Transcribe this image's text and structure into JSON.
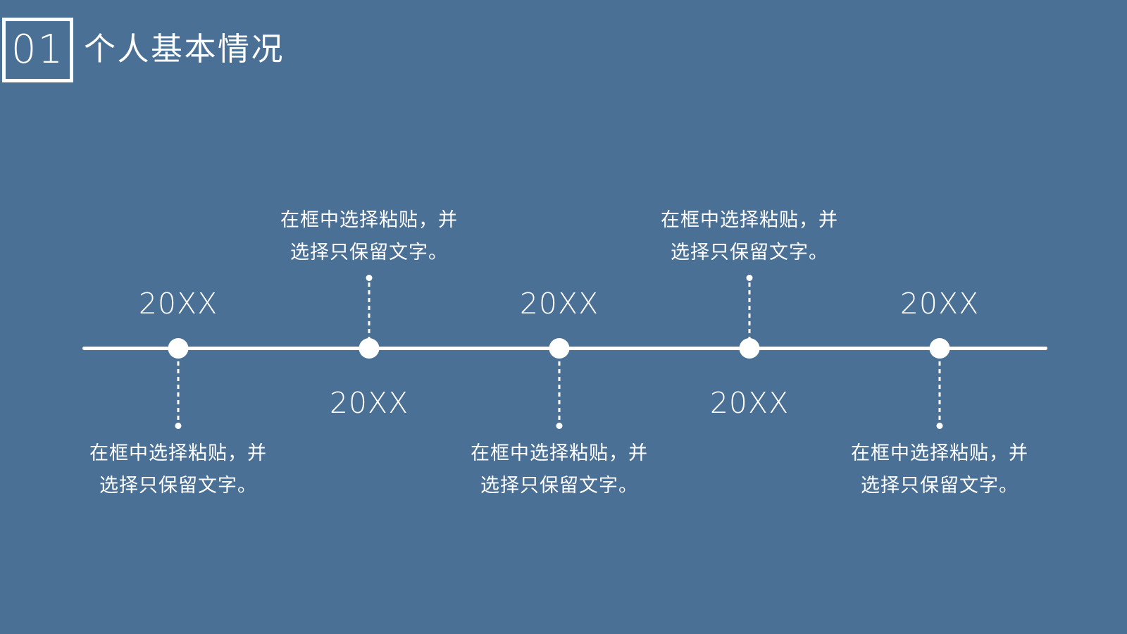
{
  "slide": {
    "background_color": "#4a7096",
    "foreground_color": "#ffffff"
  },
  "header": {
    "section_number": "01",
    "title": "个人基本情况"
  },
  "timeline": {
    "nodes": [
      {
        "year": "20XX",
        "year_position": "above-line",
        "desc_position": "below-line",
        "desc": [
          "在框中选择粘贴，并",
          "选择只保留文字。"
        ]
      },
      {
        "year": "20XX",
        "year_position": "below-line",
        "desc_position": "above-line",
        "desc": [
          "在框中选择粘贴，并",
          "选择只保留文字。"
        ]
      },
      {
        "year": "20XX",
        "year_position": "above-line",
        "desc_position": "below-line",
        "desc": [
          "在框中选择粘贴，并",
          "选择只保留文字。"
        ]
      },
      {
        "year": "20XX",
        "year_position": "below-line",
        "desc_position": "above-line",
        "desc": [
          "在框中选择粘贴，并",
          "选择只保留文字。"
        ]
      },
      {
        "year": "20XX",
        "year_position": "above-line",
        "desc_position": "below-line",
        "desc": [
          "在框中选择粘贴，并",
          "选择只保留文字。"
        ]
      }
    ]
  }
}
